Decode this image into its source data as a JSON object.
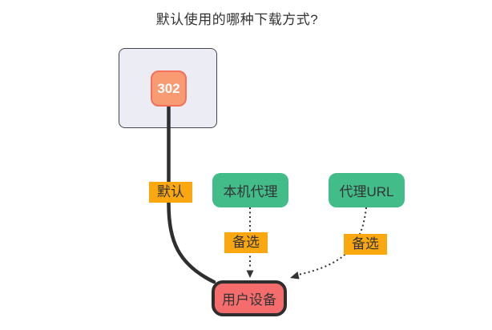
{
  "title": "默认使用的哪种下载方式?",
  "nodes": {
    "redirect302": {
      "label": "302"
    },
    "localProxy": {
      "label": "本机代理"
    },
    "proxyUrl": {
      "label": "代理URL"
    },
    "userDevice": {
      "label": "用户设备"
    }
  },
  "edges": {
    "default": {
      "label": "默认",
      "from": "302",
      "to": "用户设备",
      "style": "solid-thick"
    },
    "fallback1": {
      "label": "备选",
      "from": "本机代理",
      "to": "用户设备",
      "style": "dotted-arrow"
    },
    "fallback2": {
      "label": "备选",
      "from": "代理URL",
      "to": "用户设备",
      "style": "dotted-arrow"
    }
  },
  "colors": {
    "badge_fill": "#f89b72",
    "badge_border": "#f5705a",
    "container_fill": "#ececf4",
    "container_border": "#45454d",
    "green_node_fill": "#42bd8a",
    "red_node_fill": "#f56c6c",
    "red_node_border": "#2e2e2e",
    "edge_label_bg": "#fba70f",
    "line_color": "#2e2e2e",
    "text_color": "#333333"
  }
}
